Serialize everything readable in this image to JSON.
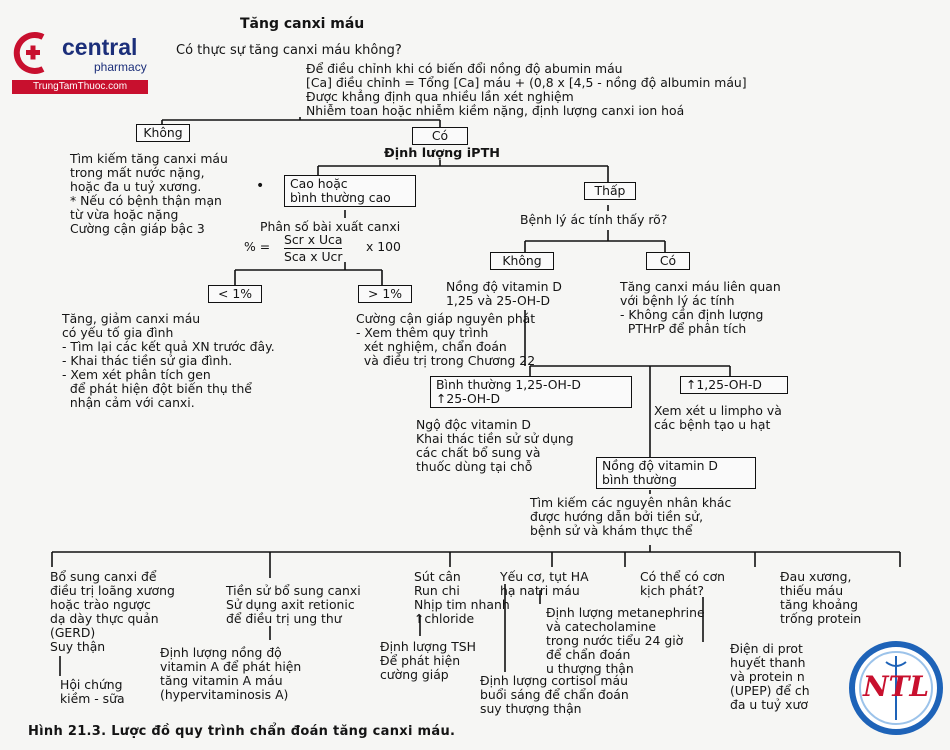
{
  "brand": {
    "name": "central",
    "sub": "pharmacy",
    "site": "TrungTamThuoc.com",
    "color": "#1c2f7a",
    "accent": "#c8102e"
  },
  "watermark": {
    "text": "NTL",
    "color": "#c8102e",
    "ring_color": "#1e63b8"
  },
  "nodes": {
    "root_title": "Tăng canxi máu",
    "question": "Có thực sự tăng canxi máu không?",
    "adjust": "Để điều chỉnh khi có biến đổi nồng độ abumin máu\n[Ca] điều chỉnh = Tổng [Ca] máu + (0,8 x [4,5 - nồng độ albumin máu]\nĐược khẳng định qua nhiều lần xét nghiệm\nNhiễm toan hoặc nhiễm kiềm nặng, định lượng canxi ion hoá",
    "khong1": "Không",
    "co1": "Có",
    "khong1_text": "Tìm kiếm tăng canxi máu\ntrong mất nước nặng,\nhoặc đa u tuỷ xương.\n* Nếu có bệnh thận mạn\ntừ vừa hoặc nặng\nCường cận giáp bậc 3",
    "dinhluong_ipth": "Định lượng iPTH",
    "cao_hoac": "Cao hoặc\nbình thường cao",
    "thap": "Thấp",
    "phan_so": "Phân số bài xuất canxi",
    "formula_lhs": "% =",
    "formula_num": "Scr x Uca",
    "formula_den": "Sca x Ucr",
    "formula_mult": "x 100",
    "lt1": "< 1%",
    "gt1": "> 1%",
    "lt1_text": "Tăng, giảm canxi máu\ncó yếu tố gia đình\n- Tìm lại các kết quả XN trước đây.\n- Khai thác tiền sử gia đình.\n- Xem xét phân tích gen\n  để phát hiện đột biến thụ thể\n  nhận cảm với canxi.",
    "gt1_text": "Cường cận giáp nguyên phát\n- Xem thêm quy trình\n  xét nghiệm, chẩn đoán\n  và điều trị trong Chương 22",
    "benh_ly": "Bệnh lý ác tính thấy rõ?",
    "khong2": "Không",
    "co2": "Có",
    "vitd": "Nồng độ vitamin D\n1,25 và 25-OH-D",
    "co2_text": "Tăng canxi máu liên quan\nvới bệnh lý ác tính\n- Không cần định lượng\n  PTHrP để phân tích",
    "binhthuong_box": "Bình thường 1,25-OH-D\n↑25-OH-D",
    "up125_box": "↑1,25-OH-D",
    "ngo_doc": "Ngộ độc vitamin D\nKhai thác tiền sử sử dụng\ncác chất bổ sung và\nthuốc dùng tại chỗ",
    "lympho": "Xem xét u limpho và\ncác bệnh tạo u hạt",
    "vitd_normal_box": "Nồng độ vitamin D\nbình thường",
    "tim_kiem": "Tìm kiếm các nguyên nhân khác\nđược hướng dẫn bởi tiền sử,\nbệnh sử và khám thực thể",
    "c1": "Bổ sung canxi để\nđiều trị loãng xương\nhoặc trào ngược\ndạ dày thực quản\n(GERD)\nSuy thận",
    "c1b": "Hội chứng\nkiềm - sữa",
    "c2": "Tiền sử bổ sung canxi\nSử dụng axit retionic\nđể điều trị ung thư",
    "c2b": "Định lượng nồng độ\nvitamin A để phát hiện\ntăng vitamin A máu\n(hypervitaminosis A)",
    "c3": "Sút cân\nRun chi\nNhịp tim nhanh\n↑chloride",
    "c3b": "Định lượng TSH\nĐể phát hiện\ncường giáp",
    "c4": "Yếu cơ, tụt HA\nhạ natri máu",
    "c4b": "Định lượng cortisol máu\nbuổi sáng để chẩn đoán\nsuy thượng thận",
    "c5": "Có thể có cơn\nkịch phát?",
    "c5b": "Định lượng metanephrine\nvà catecholamine\ntrong nước tiểu 24 giờ\nđể chẩn đoán\nu thượng thận",
    "c6": "Đau xương,\nthiếu máu\ntăng khoảng\ntrống protein",
    "c6b": "Điện di prot\nhuyết thanh\nvà protein n\n(UPEP) để ch\nđa u tuỷ xươ"
  },
  "caption": "Hình 21.3. Lược đồ quy trình chẩn đoán tăng canxi máu."
}
